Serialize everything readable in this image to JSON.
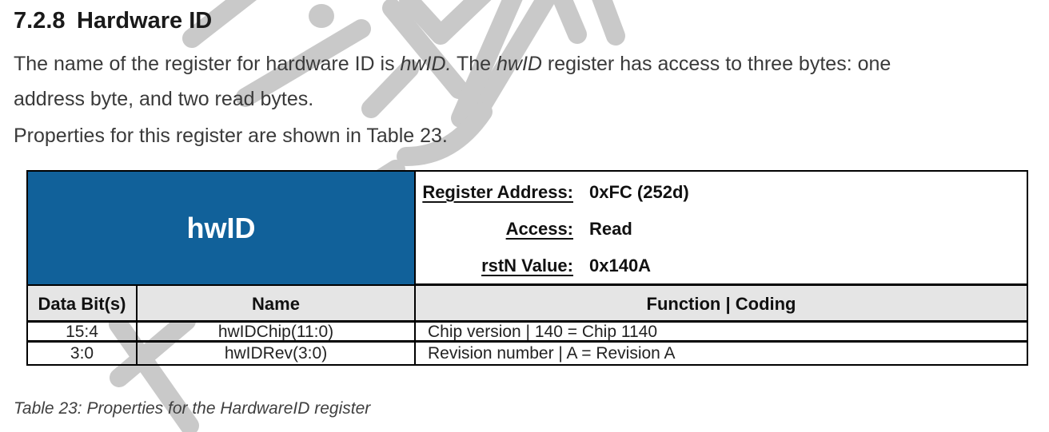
{
  "page": {
    "heading": {
      "number": "7.2.8",
      "title": "Hardware ID"
    },
    "paragraph1_segments": [
      {
        "text": "The name of the register for hardware ID is "
      },
      {
        "text": "hwID.",
        "italic": true
      },
      {
        "text": " The "
      },
      {
        "text": "hwID",
        "italic": true
      },
      {
        "text": " register has access to three bytes: one"
      },
      {
        "break": true
      },
      {
        "text": "address byte, and two read bytes."
      }
    ],
    "paragraph2": "Properties for this register are shown in Table 23.",
    "caption": "Table 23: Properties for the HardwareID register"
  },
  "register_table": {
    "register_name": "hwID",
    "properties": [
      {
        "label": "Register Address:",
        "value": "0xFC (252d)"
      },
      {
        "label": "Access:",
        "value": "Read"
      },
      {
        "label": "rstN Value:",
        "value": "0x140A"
      }
    ],
    "columns": [
      "Data Bit(s)",
      "Name",
      "Function | Coding"
    ],
    "rows": [
      {
        "bits": "15:4",
        "name": "hwIDChip(11:0)",
        "function": "Chip version | 140 = Chip 1140"
      },
      {
        "bits": "3:0",
        "name": "hwIDRev(3:0)",
        "function": "Revision number | A = Revision A"
      }
    ]
  },
  "colors": {
    "register_box_blue": "#11619A",
    "header_row_gray": "#E5E5E5",
    "watermark_gray": "#C9C9C9",
    "border_black": "#000000"
  }
}
